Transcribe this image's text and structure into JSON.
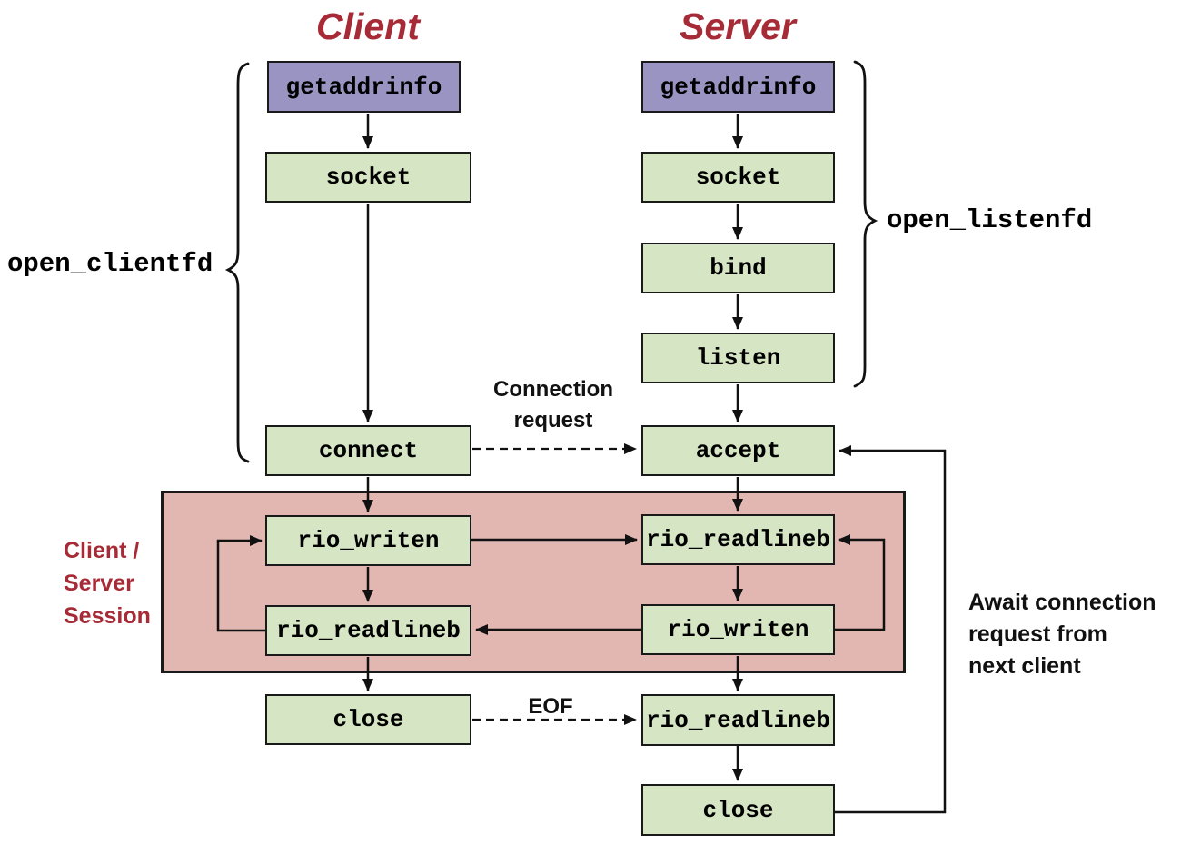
{
  "titles": {
    "client": "Client",
    "server": "Server"
  },
  "colors": {
    "purple": "#9a94c2",
    "green": "#d6e5c3",
    "pink": "#e3b7b1",
    "red": "#a62b36"
  },
  "client": {
    "brace_label": "open_clientfd",
    "nodes": [
      {
        "label": "getaddrinfo"
      },
      {
        "label": "socket"
      },
      {
        "label": "connect"
      },
      {
        "label": "rio_writen"
      },
      {
        "label": "rio_readlineb"
      },
      {
        "label": "close"
      }
    ]
  },
  "server": {
    "brace_label": "open_listenfd",
    "nodes": [
      {
        "label": "getaddrinfo"
      },
      {
        "label": "socket"
      },
      {
        "label": "bind"
      },
      {
        "label": "listen"
      },
      {
        "label": "accept"
      },
      {
        "label": "rio_readlineb"
      },
      {
        "label": "rio_writen"
      },
      {
        "label": "rio_readlineb"
      },
      {
        "label": "close"
      }
    ]
  },
  "session": {
    "lines": [
      "Client /",
      "Server",
      "Session"
    ]
  },
  "edge_labels": {
    "connection_request": {
      "line1": "Connection",
      "line2": "request"
    },
    "eof": "EOF",
    "await": {
      "line1": "Await connection",
      "line2": "request from",
      "line3": "next client"
    }
  }
}
